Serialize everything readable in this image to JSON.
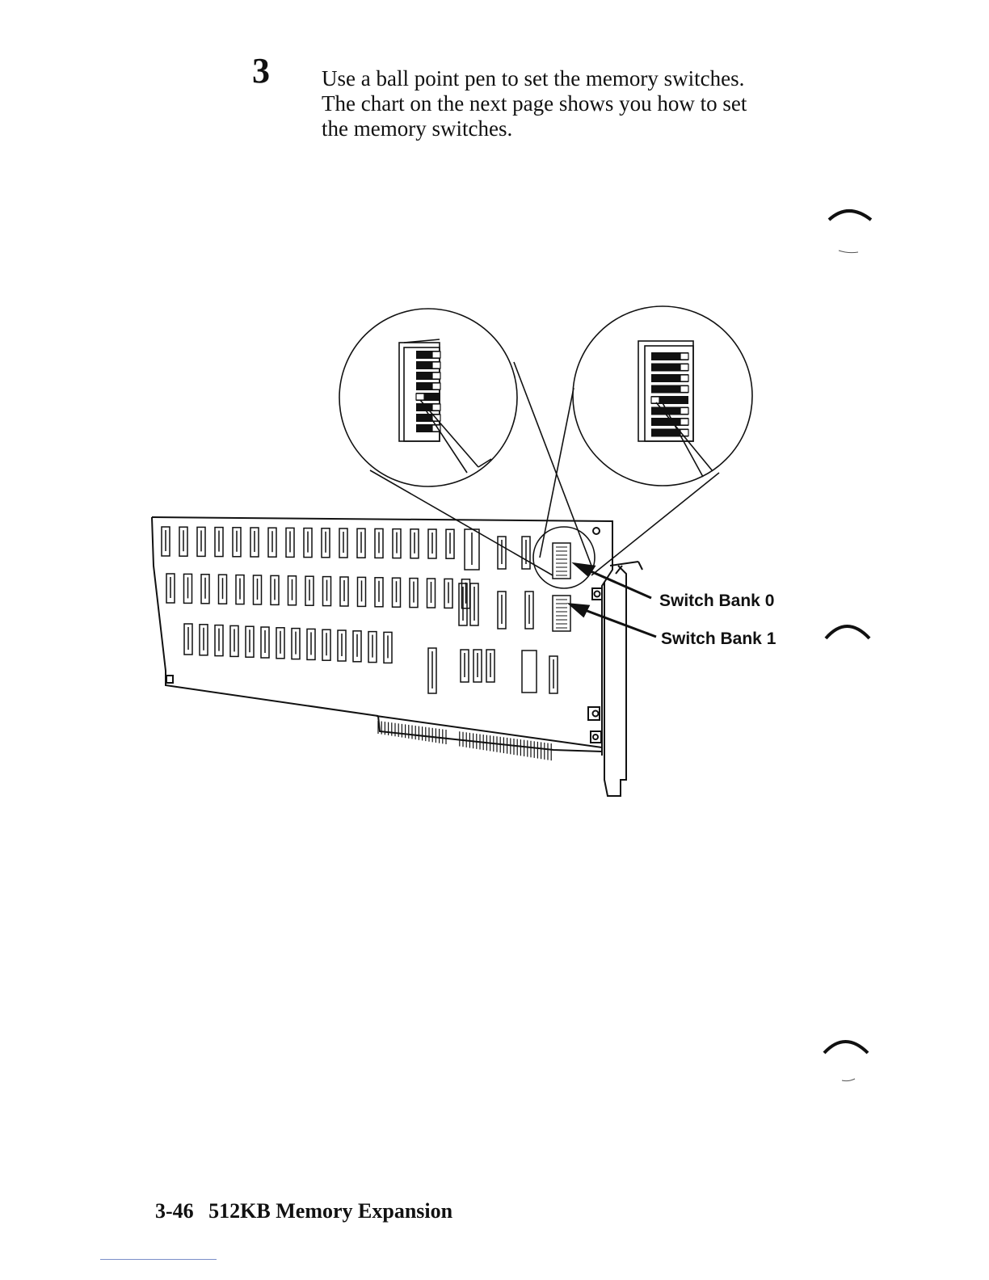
{
  "step": {
    "number": "3"
  },
  "instruction": {
    "lines": [
      "Use a ball point pen to set the memory switches.",
      "The chart on the next page shows you how to set",
      "the memory switches."
    ]
  },
  "figure": {
    "callouts": {
      "bank0": "Switch Bank 0",
      "bank1": "Switch Bank 1"
    },
    "left_switch_block": {
      "switch_count": 8,
      "set_switch": 5
    },
    "right_switch_block": {
      "switch_count": 8,
      "set_switch": 5
    }
  },
  "footer": {
    "page_number": "3-46",
    "section_title": "512KB Memory Expansion"
  },
  "colors": {
    "ink": "#111111",
    "paper": "#ffffff",
    "footer_rule": "#7a8fc8"
  }
}
